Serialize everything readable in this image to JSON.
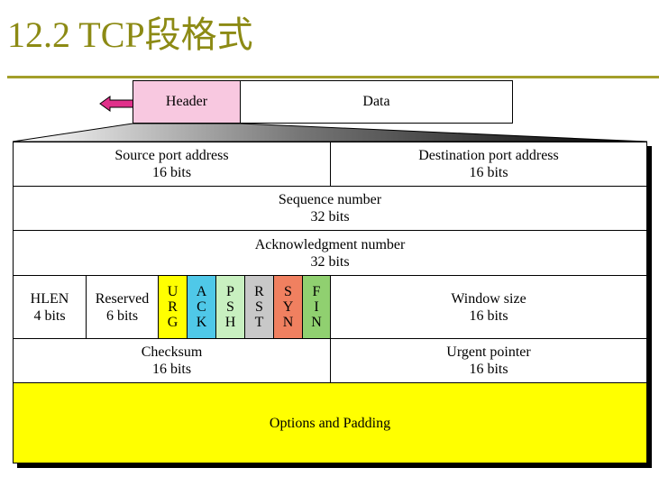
{
  "slide": {
    "title": "12.2 TCP段格式"
  },
  "segment": {
    "header_label": "Header",
    "data_label": "Data"
  },
  "fields": {
    "source_port": {
      "name": "Source port address",
      "size": "16 bits"
    },
    "dest_port": {
      "name": "Destination port address",
      "size": "16 bits"
    },
    "sequence": {
      "name": "Sequence number",
      "size": "32 bits"
    },
    "ack": {
      "name": "Acknowledgment number",
      "size": "32 bits"
    },
    "hlen": {
      "name": "HLEN",
      "size": "4 bits"
    },
    "reserved": {
      "name": "Reserved",
      "size": "6 bits"
    },
    "window": {
      "name": "Window size",
      "size": "16 bits"
    },
    "checksum": {
      "name": "Checksum",
      "size": "16 bits"
    },
    "urgent": {
      "name": "Urgent pointer",
      "size": "16 bits"
    },
    "options": {
      "name": "Options and Padding"
    }
  },
  "flags": [
    {
      "letters": [
        "U",
        "R",
        "G"
      ],
      "color": "#ffff00"
    },
    {
      "letters": [
        "A",
        "C",
        "K"
      ],
      "color": "#4fc8e8"
    },
    {
      "letters": [
        "P",
        "S",
        "H"
      ],
      "color": "#c8f0c0"
    },
    {
      "letters": [
        "R",
        "S",
        "T"
      ],
      "color": "#c8c8c8"
    },
    {
      "letters": [
        "S",
        "Y",
        "N"
      ],
      "color": "#f08060"
    },
    {
      "letters": [
        "F",
        "I",
        "N"
      ],
      "color": "#90d070"
    }
  ],
  "colors": {
    "title": "#8c8a14",
    "header_fill": "#f8c8e0",
    "options_fill": "#ffff00",
    "arrow": "#e0308a"
  }
}
